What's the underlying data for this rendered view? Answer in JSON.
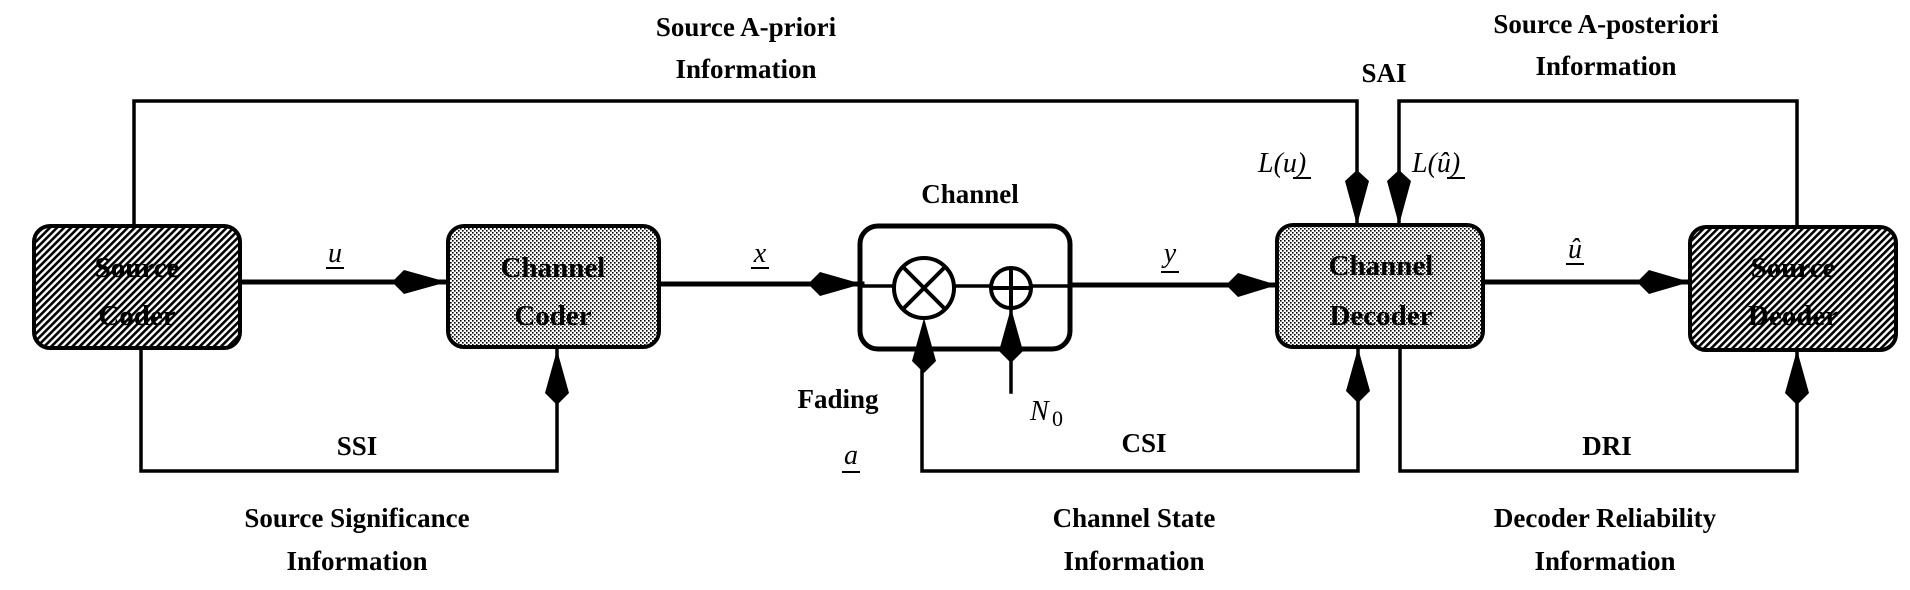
{
  "blocks": {
    "source_coder": {
      "line1": "Source",
      "line2": "Coder",
      "fill": "hatch-dark"
    },
    "channel_coder": {
      "line1": "Channel",
      "line2": "Coder",
      "fill": "dots-light"
    },
    "channel": {
      "title": "Channel",
      "multiplier_symbol": "multiply",
      "adder_symbol": "add"
    },
    "channel_decoder": {
      "line1": "Channel",
      "line2": "Decoder",
      "fill": "dots-light"
    },
    "source_decoder": {
      "line1": "Source",
      "line2": "Deoder",
      "fill": "hatch-dark"
    }
  },
  "signals": {
    "u": "u",
    "x": "x",
    "y": "y",
    "u_hat": "û",
    "a": "a",
    "noise_base": "N",
    "noise_sub": "0",
    "fading": "Fading",
    "L_u_prefix": "L(",
    "L_u_var": "u",
    "L_u_suffix": ")",
    "L_uhat_prefix": "L(",
    "L_uhat_var": "û",
    "L_uhat_suffix": ")"
  },
  "feedback": {
    "sai": {
      "abbr": "SAI"
    },
    "ssi": {
      "abbr": "SSI",
      "line1": "Source Significance",
      "line2": "Information"
    },
    "csi": {
      "abbr": "CSI",
      "line1": "Channel State",
      "line2": "Information"
    },
    "dri": {
      "abbr": "DRI",
      "line1": "Decoder Reliability",
      "line2": "Information"
    },
    "apriori": {
      "line1": "Source A-priori",
      "line2": "Information"
    },
    "aposteriori": {
      "line1": "Source A-posteriori",
      "line2": "Information"
    }
  },
  "colors": {
    "ink": "#000000",
    "background": "#ffffff",
    "dark_fill": "#5a5a5a",
    "light_fill": "#d8d8d8"
  }
}
